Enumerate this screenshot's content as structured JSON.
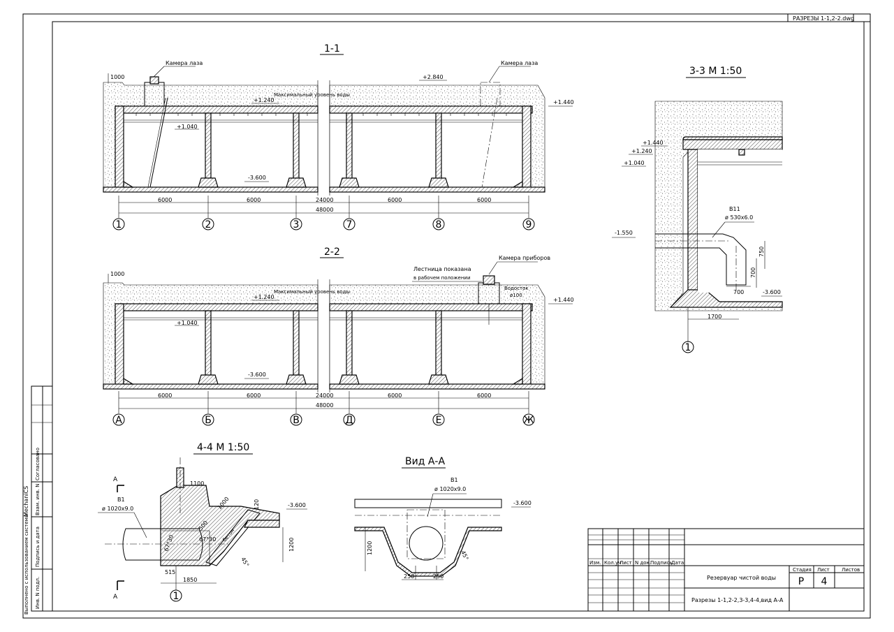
{
  "file_name": "РАЗРЕЗЫ 1-1,2-2.dwg",
  "side_stamp": {
    "generated_by": "Выполнено с использованием системы",
    "system": "MechaniCS",
    "labels": [
      "Согласовано",
      "Взам. инв. N",
      "Подпись и дата",
      "Инв. N подл."
    ]
  },
  "section_1_1": {
    "title": "1-1",
    "hatch_label": "Камера лаза",
    "hatch_label_2": "Камера лаза",
    "top_level": "+2.840",
    "max_level": "+1.240",
    "max_level_note": "Максимальный уровень воды",
    "water_level": "+1.040",
    "bottom_level": "-3.600",
    "right_level": "+1.440",
    "offset": "1000",
    "spans": [
      "6000",
      "6000",
      "6000",
      "6000"
    ],
    "center_dim": "24000",
    "total": "48000",
    "axes": [
      "1",
      "2",
      "3",
      "7",
      "8",
      "9"
    ]
  },
  "section_2_2": {
    "title": "2-2",
    "ladder_note_1": "Лестница показана",
    "ladder_note_2": "в рабочем положении",
    "instr_label": "Камера приборов",
    "max_level": "+1.240",
    "max_level_note": "Максимальный уровень воды",
    "water_level": "+1.040",
    "bottom_level": "-3.600",
    "right_level": "+1.440",
    "pipe_note_1": "Водосток",
    "pipe_note_2": "ø100",
    "offset": "1000",
    "spans": [
      "6000",
      "6000",
      "6000",
      "6000"
    ],
    "center_dim": "24000",
    "total": "48000",
    "axes": [
      "А",
      "Б",
      "В",
      "Д",
      "Е",
      "Ж"
    ]
  },
  "section_3_3": {
    "title": "3-3  М 1:50",
    "levels": [
      "+1.440",
      "+1.240",
      "+1.040",
      "-1.550",
      "-3.600"
    ],
    "pipe_mark": "В11",
    "pipe_size": "ø 530х6.0",
    "dims": [
      "750",
      "700",
      "700",
      "1700"
    ],
    "axis": "1"
  },
  "section_4_4": {
    "title": "4-4  М 1:50",
    "cut_letter": "А",
    "pipe_mark": "В1",
    "pipe_size": "ø 1020х9.0",
    "level": "-3.600",
    "dims": [
      "1100",
      "1000",
      "500",
      "120",
      "1200",
      "515",
      "1850"
    ],
    "angles": [
      "67°30",
      "67°30",
      "45°"
    ],
    "hatch_note": "бетон",
    "axis": "1"
  },
  "view_a_a": {
    "title": "Вид А-А",
    "pipe_mark": "В1",
    "pipe_size": "ø 1020х9.0",
    "level": "-3.600",
    "dims": [
      "1200",
      "250",
      "250"
    ],
    "angle": "45°"
  },
  "title_block": {
    "columns": [
      "Изм.",
      "Кол.уч",
      "Лист",
      "N док.",
      "Подпись",
      "Дата"
    ],
    "object": "Резервуар чистой воды",
    "sheet_name": "Разрезы 1-1,2-2,3-3,4-4,вид А-А",
    "stage_label": "Стадия",
    "sheet_label": "Лист",
    "sheets_label": "Листов",
    "stage": "Р",
    "sheet": "4",
    "sheets": ""
  }
}
